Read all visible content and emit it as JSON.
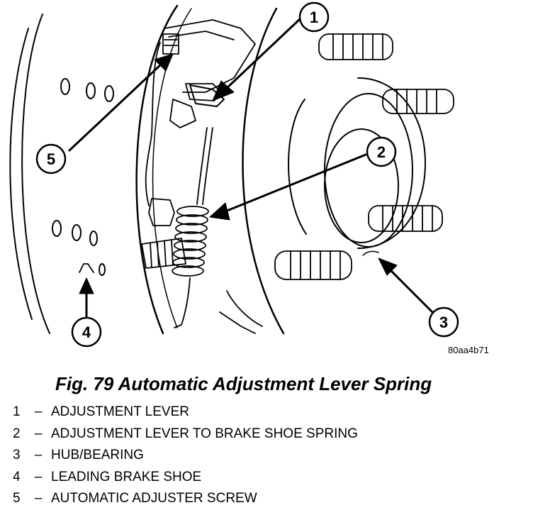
{
  "figure": {
    "code": "80aa4b71",
    "callouts": [
      {
        "number": "1"
      },
      {
        "number": "2"
      },
      {
        "number": "3"
      },
      {
        "number": "4"
      },
      {
        "number": "5"
      }
    ]
  },
  "caption": "Fig. 79 Automatic Adjustment Lever Spring",
  "legend": {
    "separator": "–",
    "items": [
      {
        "number": "1",
        "label": "ADJUSTMENT LEVER"
      },
      {
        "number": "2",
        "label": "ADJUSTMENT LEVER TO BRAKE SHOE SPRING"
      },
      {
        "number": "3",
        "label": "HUB/BEARING"
      },
      {
        "number": "4",
        "label": "LEADING BRAKE SHOE"
      },
      {
        "number": "5",
        "label": "AUTOMATIC ADJUSTER SCREW"
      }
    ]
  }
}
